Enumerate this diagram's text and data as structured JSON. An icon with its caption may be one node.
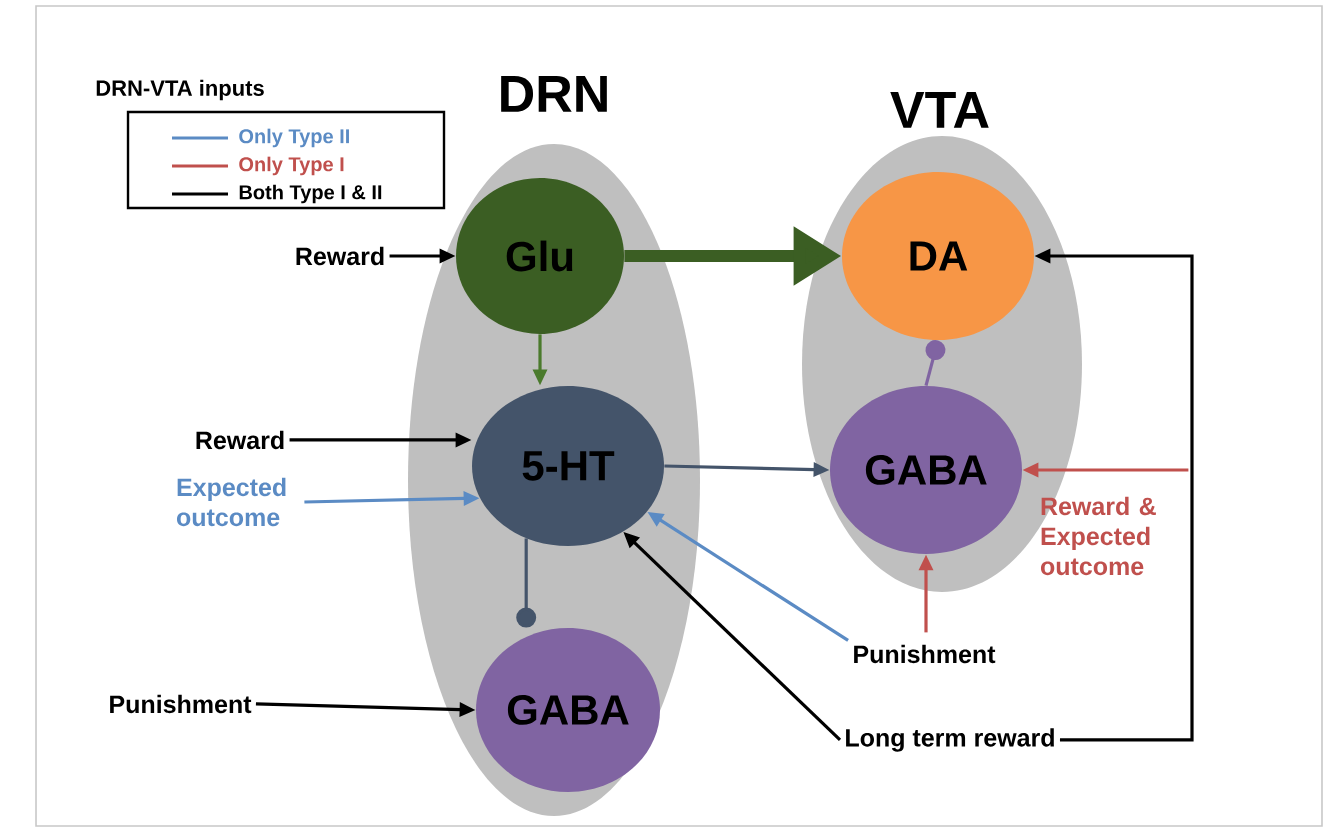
{
  "diagram": {
    "nodes": [
      {
        "text": [
          "DRN"
        ]
      },
      {
        "text": [
          "VTA"
        ]
      },
      {
        "text": [
          "Glu"
        ],
        "in": 0
      },
      {
        "text": [
          "5-HT"
        ],
        "in": 0
      },
      {
        "text": [
          "GABA"
        ],
        "in": 0
      },
      {
        "text": [
          "DA"
        ],
        "in": 1
      },
      {
        "text": [
          "GABA"
        ],
        "in": 1
      },
      {
        "text": [
          "Reward"
        ]
      },
      {
        "text": [
          "Reward"
        ]
      },
      {
        "text": [
          "Expected outcome"
        ]
      },
      {
        "text": [
          "Punishment"
        ]
      },
      {
        "text": [
          "Punishment"
        ]
      },
      {
        "text": [
          "Long term reward"
        ]
      },
      {
        "text": [
          "Reward & Expected outcome"
        ]
      }
    ],
    "edges": [
      {
        "from": 7,
        "to": 2,
        "arrow": "to"
      },
      {
        "from": 8,
        "to": 3,
        "arrow": "to"
      },
      {
        "from": 9,
        "to": 3,
        "arrow": "to",
        "color": "#5b8bc4"
      },
      {
        "from": 10,
        "to": 4,
        "arrow": "to"
      },
      {
        "from": 11,
        "to": 3,
        "arrow": "to",
        "color": "#5b8bc4"
      },
      {
        "from": 12,
        "to": 3,
        "arrow": "to"
      },
      {
        "from": 12,
        "to": 5,
        "arrow": "to"
      },
      {
        "from": 13,
        "to": 6,
        "arrow": "to",
        "color": "#c0504d"
      },
      {
        "from": 11,
        "to": 6,
        "arrow": "to",
        "color": "#c0504d"
      },
      {
        "from": 2,
        "to": 5,
        "arrow": "to",
        "style": "thick",
        "color": "#3b5e23"
      },
      {
        "from": 2,
        "to": 3,
        "arrow": "to",
        "color": "#4a7a2c"
      },
      {
        "from": 3,
        "to": 6,
        "arrow": "to",
        "color": "#44546a"
      },
      {
        "from": 3,
        "to": 4,
        "arrow": "other",
        "color": "#44546a"
      },
      {
        "from": 6,
        "to": 5,
        "arrow": "other",
        "color": "#8064a2"
      }
    ],
    "labels": [
      "DRN-VTA inputs"
    ],
    "legend": [
      {
        "text": "Only Type II",
        "color": "#5b8bc4"
      },
      {
        "text": "Only Type I",
        "color": "#c0504d"
      },
      {
        "text": "Both Type I & II",
        "color": "#000000"
      }
    ]
  }
}
